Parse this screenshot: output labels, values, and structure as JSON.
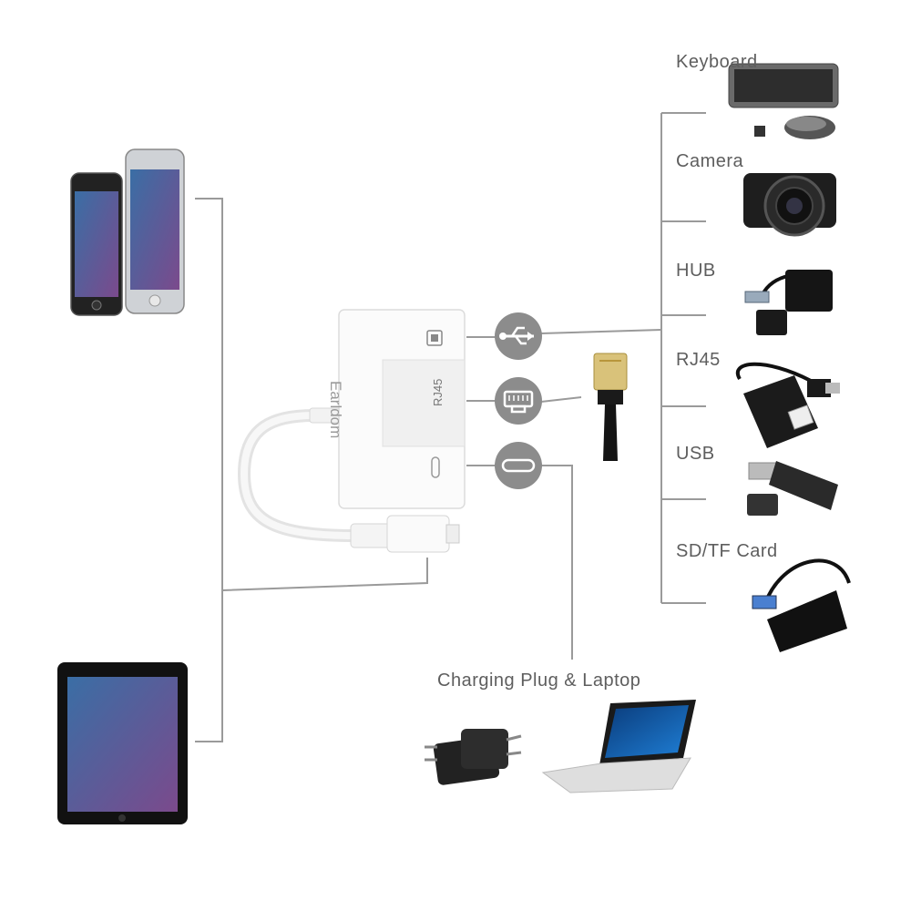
{
  "adapter": {
    "brand": "Earldom",
    "port_label": "RJ45",
    "ports": [
      {
        "name": "usb",
        "icon": "usb-icon"
      },
      {
        "name": "rj45",
        "icon": "ethernet-icon"
      },
      {
        "name": "usb-c",
        "icon": "usb-c-icon"
      }
    ]
  },
  "devices": [
    {
      "label": "Keyboard",
      "icon": "keyboard-icon"
    },
    {
      "label": "Camera",
      "icon": "camera-icon"
    },
    {
      "label": "HUB",
      "icon": "usb-hub-icon"
    },
    {
      "label": "RJ45",
      "icon": "ethernet-adapter-icon"
    },
    {
      "label": "USB",
      "icon": "usb-flash-drive-icon"
    },
    {
      "label": "SD/TF Card",
      "icon": "card-reader-icon"
    }
  ],
  "charging": {
    "label": "Charging Plug & Laptop"
  },
  "colors": {
    "line": "#9a9a9a",
    "icon_circle": "#8c8c8c",
    "text": "#5e5e5e"
  }
}
